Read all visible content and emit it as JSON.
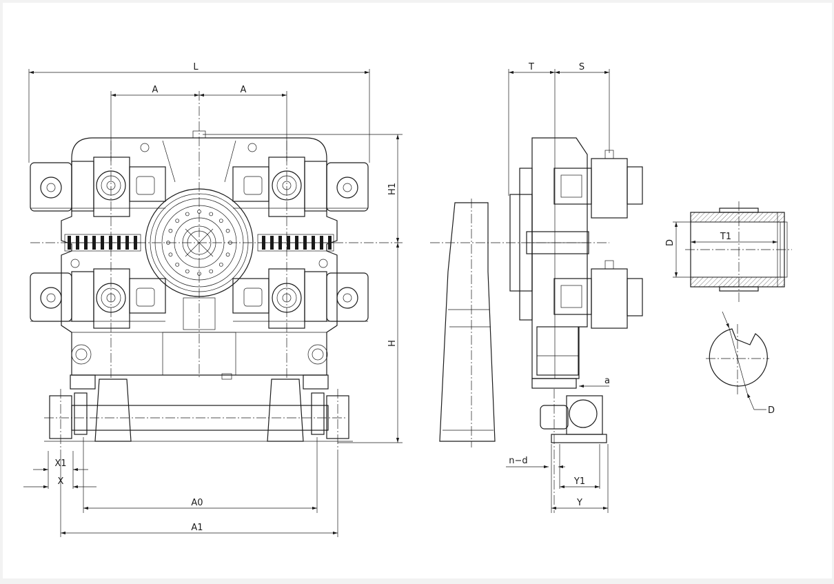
{
  "front_view": {
    "dims": {
      "L": "L",
      "A_left": "A",
      "A_right": "A",
      "H1": "H1",
      "H": "H",
      "X1": "X1",
      "X": "X",
      "A0": "A0",
      "A1": "A1"
    }
  },
  "side_view": {
    "dims": {
      "T": "T",
      "S": "S",
      "a": "a",
      "n_d": "n−d",
      "Y1": "Y1",
      "Y": "Y"
    }
  },
  "detail_view": {
    "dims": {
      "T1": "T1",
      "D_vertical": "D",
      "D_leader": "D"
    }
  }
}
